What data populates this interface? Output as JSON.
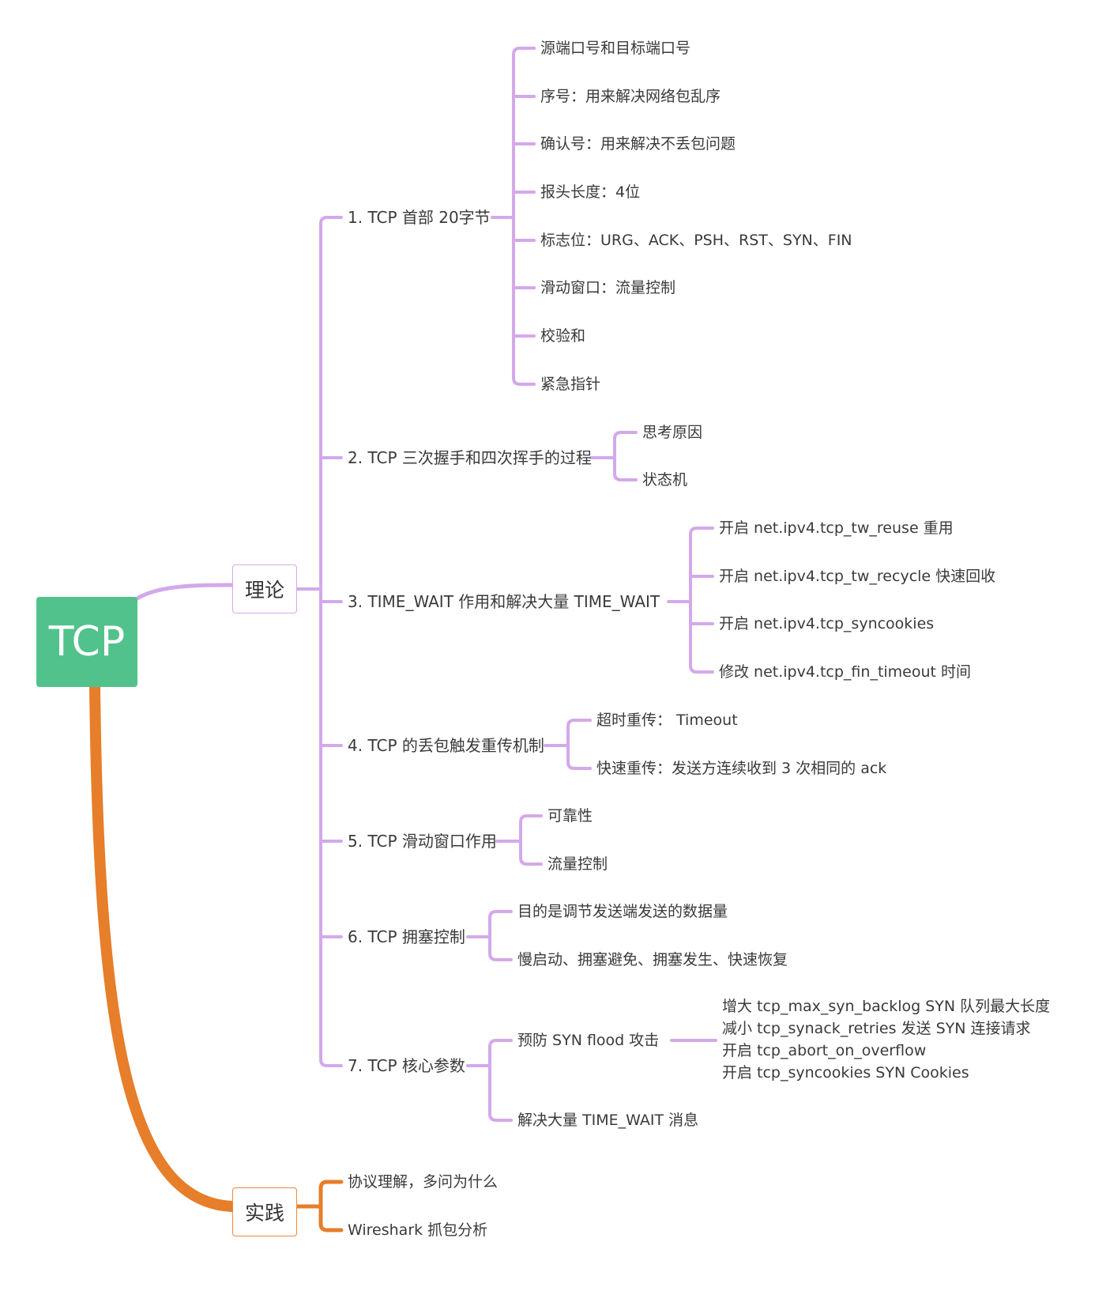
{
  "root": {
    "label": "TCP",
    "color": "#52c28c"
  },
  "colors": {
    "theory": "#d3a9ea",
    "practice": "#e67e2a"
  },
  "theory": {
    "label": "理论",
    "branches": [
      {
        "label": "1. TCP 首部 20字节",
        "children": [
          "源端口号和目标端口号",
          "序号：用来解决网络包乱序",
          "确认号：用来解决不丢包问题",
          "报头长度：4位",
          "标志位：URG、ACK、PSH、RST、SYN、FIN",
          "滑动窗口：流量控制",
          "校验和",
          "紧急指针"
        ]
      },
      {
        "label": "2. TCP 三次握手和四次挥手的过程",
        "children": [
          "思考原因",
          "状态机"
        ]
      },
      {
        "label": "3. TIME_WAIT 作用和解决大量 TIME_WAIT",
        "children": [
          "开启 net.ipv4.tcp_tw_reuse 重用",
          "开启 net.ipv4.tcp_tw_recycle 快速回收",
          "开启 net.ipv4.tcp_syncookies",
          "修改 net.ipv4.tcp_fin_timeout 时间"
        ]
      },
      {
        "label": "4. TCP 的丢包触发重传机制",
        "children": [
          "超时重传： Timeout",
          "快速重传：发送方连续收到 3 次相同的 ack"
        ]
      },
      {
        "label": "5. TCP 滑动窗口作用",
        "children": [
          "可靠性",
          "流量控制"
        ]
      },
      {
        "label": "6. TCP 拥塞控制",
        "children": [
          "目的是调节发送端发送的数据量",
          "慢启动、拥塞避免、拥塞发生、快速恢复"
        ]
      },
      {
        "label": "7. TCP 核心参数",
        "children": [
          "预防 SYN flood 攻击",
          "解决大量 TIME_WAIT 消息"
        ],
        "syn_flood_notes": [
          "增大 tcp_max_syn_backlog SYN 队列最大长度",
          "减小 tcp_synack_retries 发送 SYN 连接请求",
          "开启 tcp_abort_on_overflow",
          "开启 tcp_syncookies SYN Cookies"
        ]
      }
    ]
  },
  "practice": {
    "label": "实践",
    "children": [
      "协议理解，多问为什么",
      "Wireshark 抓包分析"
    ]
  }
}
